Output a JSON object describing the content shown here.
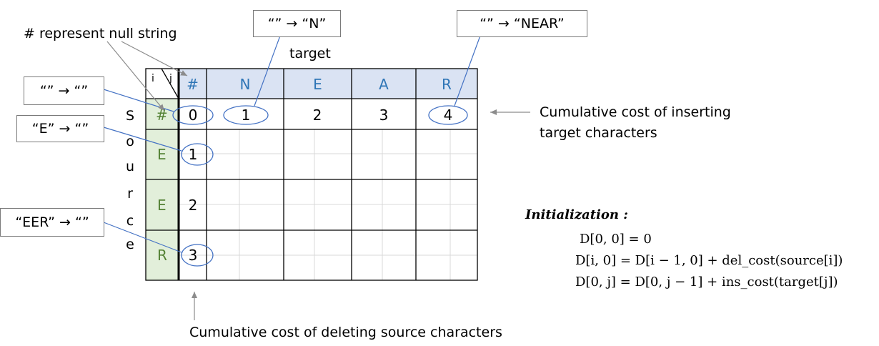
{
  "annotation_null": "# represent null string",
  "target_label": "target",
  "source_letters": [
    "S",
    "o",
    "u",
    "r",
    "c",
    "e"
  ],
  "callouts": {
    "empty_to_N": "“” → “N”",
    "empty_to_NEAR": "“” → “NEAR”",
    "empty_to_empty": "“” → “”",
    "E_to_empty": "“E” → “”",
    "EER_to_empty": "“EER” → “”"
  },
  "table": {
    "corner_i": "i",
    "corner_j": "j",
    "header_hash": "#",
    "target_chars": [
      "N",
      "E",
      "A",
      "R"
    ],
    "source_chars": [
      "#",
      "E",
      "E",
      "R"
    ],
    "first_row_values": [
      "0",
      "1",
      "2",
      "3",
      "4"
    ],
    "first_col_values": [
      "1",
      "2",
      "3"
    ]
  },
  "note_insert_line1": "Cumulative cost of inserting",
  "note_insert_line2": "target characters",
  "note_delete": "Cumulative cost of deleting source characters",
  "initialization": {
    "heading": "Initialization :",
    "line1": "D[0, 0] = 0",
    "line2": "D[i, 0] = D[i − 1, 0] + del_cost(source[i])",
    "line3": "D[0, j] = D[0, j − 1] + ins_cost(target[j])"
  },
  "colors": {
    "header_bg": "#dae3f3",
    "header_text": "#2e75b6",
    "source_bg": "#e2efda",
    "source_text": "#548235",
    "connector": "#4472c4",
    "arrow": "#7f7f7f"
  }
}
